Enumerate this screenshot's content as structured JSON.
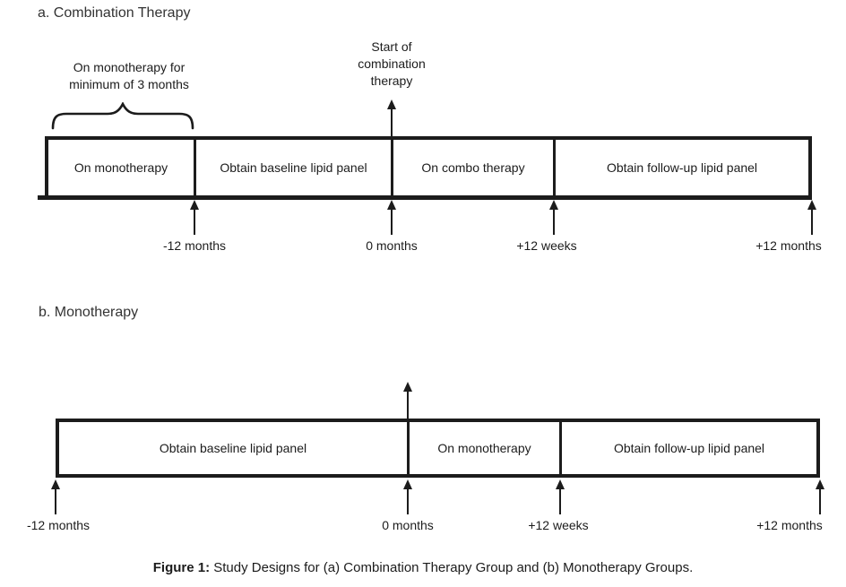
{
  "panel_a": {
    "title": "a. Combination Therapy",
    "brace_label": [
      "On monotherapy for",
      "minimum of 3 months"
    ],
    "start_annotation": [
      "Start of",
      "combination",
      "therapy"
    ],
    "segments": [
      "On monotherapy",
      "Obtain baseline lipid panel",
      "On combo therapy",
      "Obtain follow-up lipid panel"
    ],
    "timepoints": [
      "-12 months",
      "0 months",
      "+12 weeks",
      "+12 months"
    ]
  },
  "panel_b": {
    "title": "b. Monotherapy",
    "segments": [
      "Obtain baseline lipid panel",
      "On monotherapy",
      "Obtain follow-up lipid panel"
    ],
    "timepoints": [
      "-12 months",
      "0 months",
      "+12 weeks",
      "+12 months"
    ]
  },
  "caption": {
    "prefix": "Figure 1:",
    "text": " Study Designs for (a) Combination Therapy Group and (b) Monotherapy Groups."
  },
  "colors": {
    "line": "#1c1c1c",
    "background": "#ffffff"
  }
}
